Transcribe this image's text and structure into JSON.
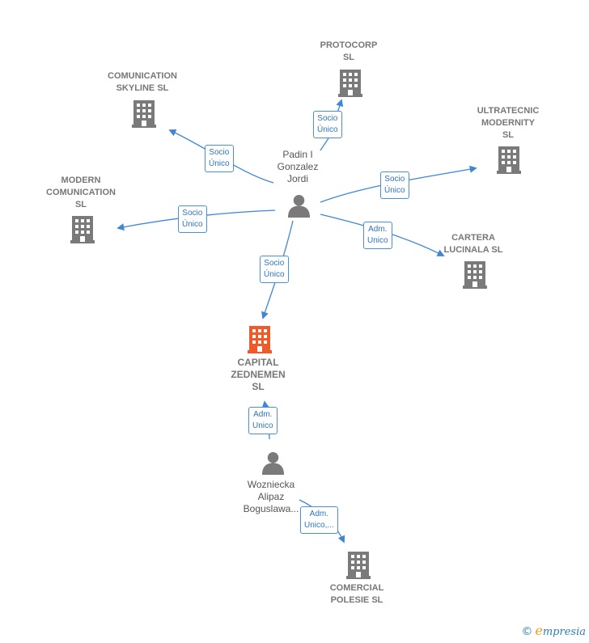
{
  "colors": {
    "edge": "#3f86d6",
    "company": "#7a7a7a",
    "focus": "#f05a28",
    "person": "#7a7a7a"
  },
  "nodes": {
    "protocorp": {
      "line1": "PROTOCORP",
      "line2": "SL"
    },
    "skyline": {
      "line1": "COMUNICATION",
      "line2": "SKYLINE  SL"
    },
    "ultratecnic": {
      "line1": "ULTRATECNIC",
      "line2": "MODERNITY",
      "line3": "SL"
    },
    "modern": {
      "line1": "MODERN",
      "line2": "COMUNICATION",
      "line3": "SL"
    },
    "cartera": {
      "line1": "CARTERA",
      "line2": "LUCINALA  SL"
    },
    "capital": {
      "line1": "CAPITAL",
      "line2": "ZEDNEMEN",
      "line3": "SL"
    },
    "comercial": {
      "line1": "COMERCIAL",
      "line2": "POLESIE  SL"
    },
    "padin": {
      "line1": "Padin I",
      "line2": "Gonzalez",
      "line3": "Jordi"
    },
    "wozniecka": {
      "line1": "Wozniecka",
      "line2": "Alipaz",
      "line3": "Boguslawa..."
    }
  },
  "edges": {
    "e_protocorp": {
      "line1": "Socio",
      "line2": "Único"
    },
    "e_skyline": {
      "line1": "Socio",
      "line2": "Único"
    },
    "e_ultratecnic": {
      "line1": "Socio",
      "line2": "Único"
    },
    "e_modern": {
      "line1": "Socio",
      "line2": "Único"
    },
    "e_cartera": {
      "line1": "Adm.",
      "line2": "Unico"
    },
    "e_capital": {
      "line1": "Socio",
      "line2": "Único"
    },
    "e_woz_capital": {
      "line1": "Adm.",
      "line2": "Unico"
    },
    "e_woz_comercial": {
      "line1": "Adm.",
      "line2": "Unico,..."
    }
  },
  "watermark": {
    "copyright": "©",
    "brand_initial": "e",
    "brand_rest": "mpresia"
  }
}
